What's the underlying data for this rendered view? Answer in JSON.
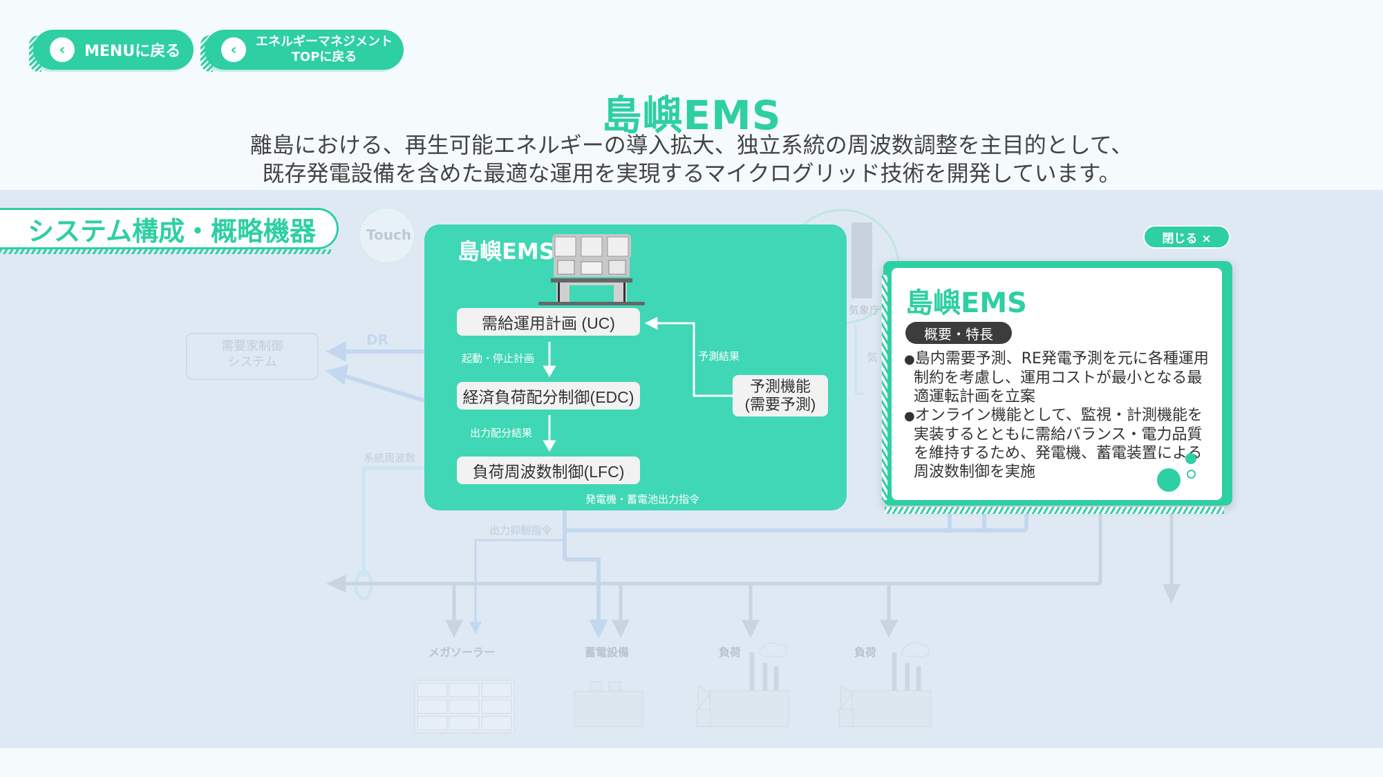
{
  "nav": {
    "menu_back_label": "MENUに戻る",
    "top_back_line1": "エネルギーマネジメント",
    "top_back_line2": "TOPに戻る",
    "back_icon": "chevron-left-icon"
  },
  "header": {
    "title": "島嶼EMS",
    "desc_line1": "離島における、再生可能エネルギーの導入拡大、独立系統の周波数調整を主目的として、",
    "desc_line2": "既存発電設備を含めた最適な運用を実現するマイクログリッド技術を開発しています。"
  },
  "section": {
    "title": "システム構成・概略機器"
  },
  "diagram_background": {
    "touch_label": "Touch",
    "demand_control_line1": "需要家制御",
    "demand_control_line2": "システム",
    "dr_label": "DR",
    "system_freq_label": "系統周波数",
    "output_suppress_label": "出力抑制指令",
    "weather_agency_label": "気象庁",
    "weather_partial_label": "気",
    "equipment": [
      {
        "label": "メガソーラー",
        "icon": "solar-panel-icon"
      },
      {
        "label": "蓄電設備",
        "icon": "battery-icon"
      },
      {
        "label": "負荷",
        "icon": "factory-icon"
      },
      {
        "label": "負荷",
        "icon": "factory-icon"
      }
    ]
  },
  "ems_panel": {
    "title": "島嶼EMS",
    "icon": "control-console-icon",
    "uc_label": "需給運用計画 (UC)",
    "edc_label": "経済負荷配分制御(EDC)",
    "lfc_label": "負荷周波数制御(LFC)",
    "forecast_line1": "予測機能",
    "forecast_line2": "(需要予測)",
    "start_stop_label": "起動・停止計画",
    "output_dist_label": "出力配分結果",
    "forecast_result_label": "予測結果",
    "gen_cmd_label": "発電機・蓄電池出力指令"
  },
  "info_card": {
    "close_label": "閉じる ×",
    "title": "島嶼EMS",
    "tag": "概要・特長",
    "bullets": [
      "島内需要予測、RE発電予測を元に各種運用制約を考慮し、運用コストが最小となる最適運転計画を立案",
      "オンライン機能として、監視・計測機能を実装するとともに需給バランス・電力品質を維持するため、発電機、蓄電装置による周波数制御を実施"
    ]
  },
  "colors": {
    "accent": "#2dcfa3",
    "panel": "#3fd7b5",
    "diagram_bg": "#dfe9f4",
    "page_bg": "#f5fafd",
    "tag_bg": "#3c3c3c"
  }
}
